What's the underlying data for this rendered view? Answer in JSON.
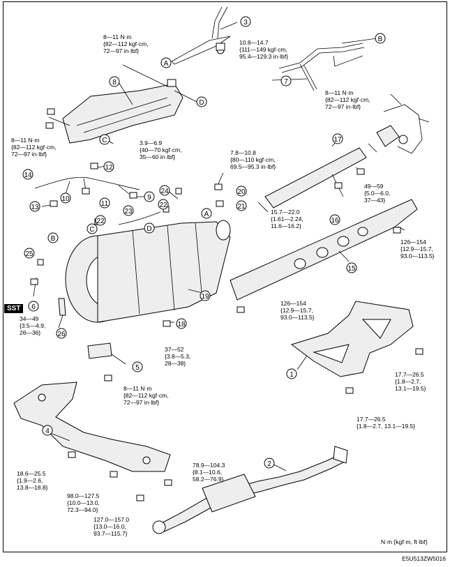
{
  "sst_label": "SST",
  "unit_note": "N·m {kgf·m, ft·lbf}",
  "figure_code": "E5U513ZW5016",
  "callouts": [
    "1",
    "2",
    "3",
    "4",
    "5",
    "6",
    "7",
    "8",
    "9",
    "10",
    "11",
    "12",
    "13",
    "14",
    "15",
    "16",
    "17",
    "18",
    "19",
    "20",
    "21",
    "22",
    "23",
    "24",
    "25",
    "26"
  ],
  "letters": [
    "A",
    "B",
    "C",
    "D"
  ],
  "torque": {
    "t1": "8—11 N·m\n{82—112 kgf·cm,\n72—97 in·lbf}",
    "t2": "10.8—14.7\n{111—149 kgf·cm,\n95.4—129.3 in·lbf}",
    "t3": "8—11 N·m\n{82—112 kgf·cm,\n72—97 in·lbf}",
    "t4": "8—11 N·m\n{82—112 kgf·cm,\n72—97 in·lbf}",
    "t5": "3.9—6.9\n{40—70 kgf·cm,\n35—60 in·lbf}",
    "t6": "7.8—10.8\n{80—110 kgf·cm,\n69.5—95.3 in·lbf}",
    "t7": "49—59\n{5.0—6.0,\n37—43}",
    "t8": "15.7—22.0\n{1.61—2.24,\n11.6—16.2}",
    "t9": "126—154\n{12.9—15.7,\n93.0—113.5}",
    "t10": "126—154\n{12.9—15.7,\n93.0—113.5}",
    "t11": "34—49\n{3.5—4.9,\n26—36}",
    "t12": "37—52\n{3.8—5.3,\n28—38}",
    "t13": "8—11 N·m\n{82—112 kgf·cm,\n72—97 in·lbf}",
    "t14": "17.7—26.5\n{1.8—2.7,\n13.1—19.5}",
    "t15": "17.7—26.5\n{1.8—2.7, 13.1—19.5}",
    "t16": "18.6—25.5\n{1.9—2.6,\n13.8—18.8}",
    "t17": "98.0—127.5\n{10.0—13.0,\n72.3—94.0}",
    "t18": "78.9—104.3\n{8.1—10.6,\n58.2—76.9}",
    "t19": "127.0—157.0\n{13.0—16.0,\n93.7—115.7}"
  }
}
